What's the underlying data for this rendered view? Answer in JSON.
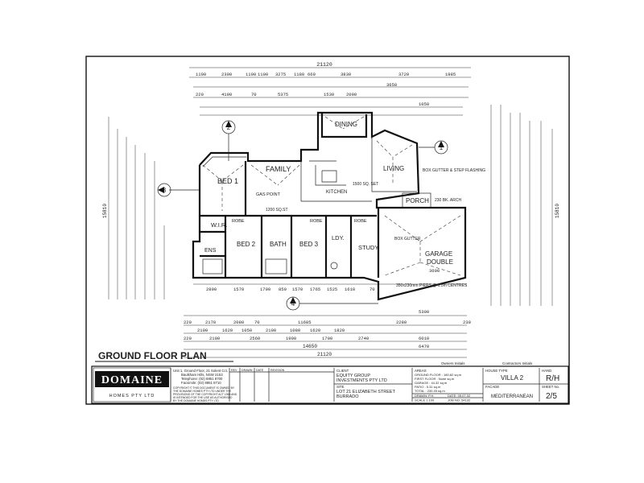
{
  "plan": {
    "title": "GROUND FLOOR PLAN",
    "rooms": {
      "bed1": "BED 1",
      "family": "FAMILY",
      "dining": "DINING",
      "living": "LIVING",
      "kitchen": "KITCHEN",
      "porch": "PORCH",
      "wir": "W.I.R.",
      "bed2": "BED 2",
      "bath": "BATH",
      "bed3": "BED 3",
      "ldy": "LDY.",
      "study": "STUDY",
      "ens": "ENS",
      "robe1": "ROBE",
      "robe2": "ROBE",
      "robe3": "ROBE",
      "garage": "GARAGE",
      "garage2": "DOUBLE",
      "garage_dim": "3600"
    },
    "notes": {
      "gas_point": "GAS POINT",
      "slab": "1200 SQ.ST",
      "porch_note": "230 BK. ARCH",
      "box_gutter": "BOX GUTTER & STEP FLASHING",
      "box_gutter2": "BOX GUTTER",
      "steel_beam": "350x230mm PIERS @ 1.5m CENTRES",
      "sq_set": "1500 SQ. SET"
    },
    "markers": [
      "1",
      "2",
      "3",
      "4"
    ],
    "overall_top": "21120",
    "overall_bottom": "21120",
    "overall_bottom2": "14650",
    "left_total": "15810",
    "right_total": "15810",
    "top_dims_row1": [
      "1100",
      "2300",
      "1100",
      "1100",
      "3275",
      "1180",
      "660",
      "3830",
      "3720",
      "1985"
    ],
    "top_dims_row2": [
      "220",
      "4190",
      "70",
      "5375",
      "1530",
      "2000",
      "3650",
      "1050"
    ],
    "bottom_dims_row1": [
      "2890",
      "1570",
      "1790",
      "850",
      "1570",
      "1765",
      "1525",
      "1610",
      "5300",
      "70"
    ],
    "bottom_dims_row2": [
      "220",
      "2170",
      "2080",
      "70",
      "11685",
      "2280",
      "230"
    ],
    "bottom_dims_row3": [
      "2100",
      "1620",
      "1050",
      "2100",
      "1080",
      "1620",
      "1820",
      "6010"
    ],
    "bottom_dims_row4": [
      "220",
      "2100",
      "2560",
      "1900",
      "1700",
      "2740",
      "6470"
    ]
  },
  "titleblock": {
    "company": "DOMAINE",
    "company_sub": "HOMES PTY LTD",
    "address": [
      "Unit 1, Ground Floor, 21 Solent Cct,",
      "Baulkham Hills, NSW 2153",
      "Telephone: (02) 8851 8700",
      "Facsimile: (02) 8851 8710"
    ],
    "copyright": [
      "COPYRIGHT © THIS DOCUMENT IS OWNED BY",
      "THE DOMAINE HOMES PTY LTD UNDER THE",
      "PROVISIONS OF THE COPYRIGHT ACT 1968 AND",
      "IS INTENDED FOR THE USE AS AUTHORISED",
      "BY THE DOMAINE HOMES PTY LTD"
    ],
    "rev_headers": [
      "REV",
      "DRAWN",
      "DATE",
      "REVISION"
    ],
    "client_label": "CLIENT",
    "client": [
      "EQUITY GROUP",
      "INVESTMENTS PTY LTD"
    ],
    "site_label": "SITE",
    "site": [
      "LOT 21 ELIZABETH STREET",
      "BURRADO"
    ],
    "areas_label": "AREAS",
    "areas": [
      "GROUND FLOOR : 180.82 sq.m",
      "FIRST FLOOR : None sq.m",
      "GARAGE : 44.32 sq.m",
      "PATIO : 5.31 sq.m",
      "TOTAL : 230.45 sq.m"
    ],
    "drawn": "DRAWN: P.H.",
    "date": "DATE: 05.07.02",
    "scale": "SCALE 1:100",
    "job": "JOB NO: 54132",
    "house_type_label": "HOUSE TYPE",
    "house_type": "VILLA 2",
    "facade_label": "FACADE",
    "facade": "MEDITERRANEAN",
    "hand_label": "HAND",
    "hand": "R/H",
    "sheet_label": "SHEET No.",
    "sheet": "2/5",
    "initials_left": "Owners Initials",
    "initials_right": "Contractors Initials"
  }
}
